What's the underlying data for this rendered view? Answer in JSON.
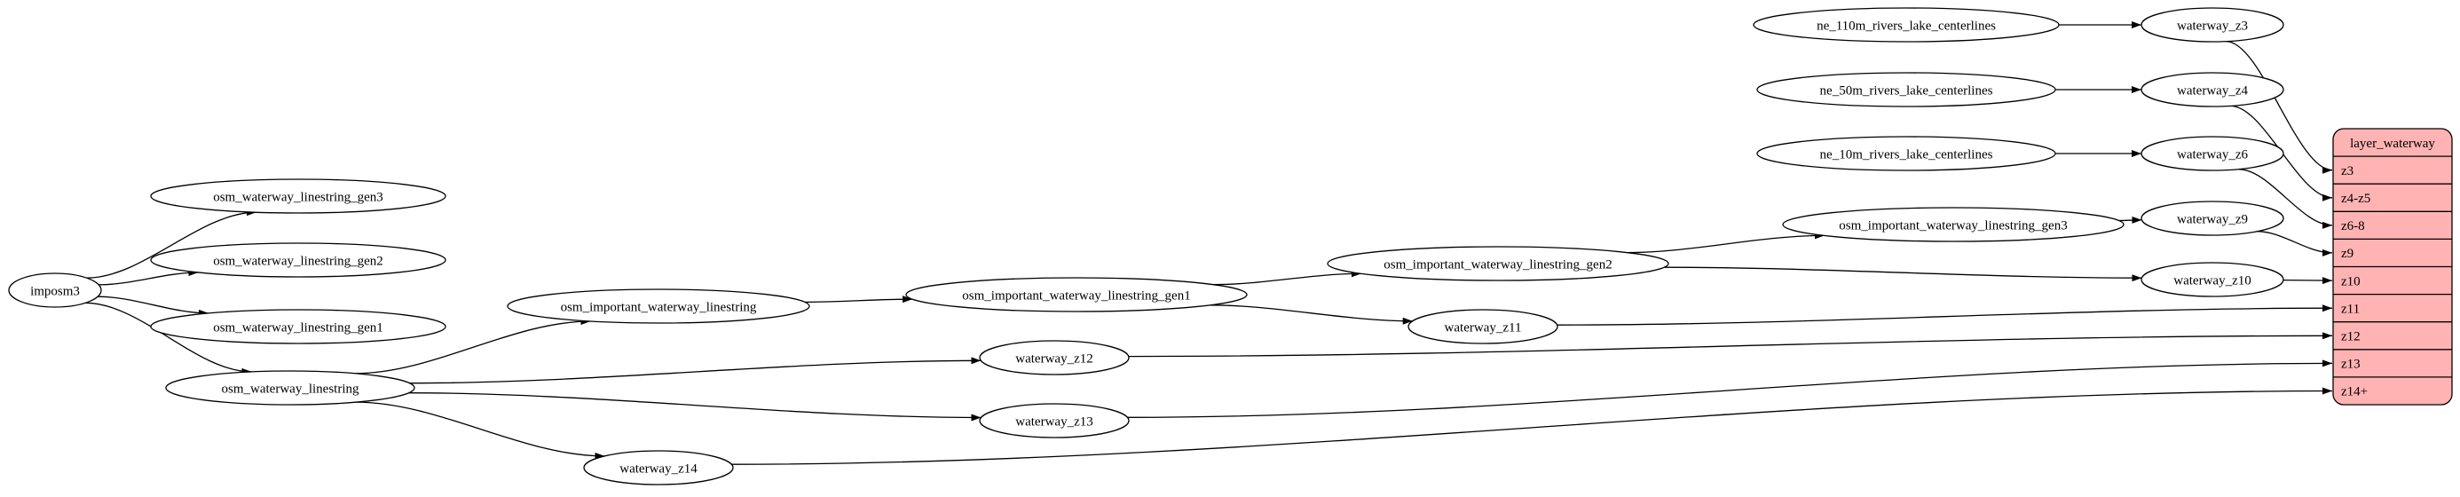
{
  "diagram": {
    "type": "graphviz-etl-flow",
    "background": "#ffffff",
    "node_fill": "#ffffff",
    "node_stroke": "#000000",
    "edge_color": "#000000",
    "record_fill": "#ffb3b3",
    "record_stroke": "#000000",
    "nodes": [
      {
        "id": "imposm3",
        "label": "imposm3"
      },
      {
        "id": "osm_waterway_linestring_gen3",
        "label": "osm_waterway_linestring_gen3"
      },
      {
        "id": "osm_waterway_linestring_gen2",
        "label": "osm_waterway_linestring_gen2"
      },
      {
        "id": "osm_waterway_linestring_gen1",
        "label": "osm_waterway_linestring_gen1"
      },
      {
        "id": "osm_waterway_linestring",
        "label": "osm_waterway_linestring"
      },
      {
        "id": "osm_important_waterway_linestring",
        "label": "osm_important_waterway_linestring"
      },
      {
        "id": "osm_important_waterway_linestring_gen1",
        "label": "osm_important_waterway_linestring_gen1"
      },
      {
        "id": "osm_important_waterway_linestring_gen2",
        "label": "osm_important_waterway_linestring_gen2"
      },
      {
        "id": "osm_important_waterway_linestring_gen3",
        "label": "osm_important_waterway_linestring_gen3"
      },
      {
        "id": "ne_110m_rivers_lake_centerlines",
        "label": "ne_110m_rivers_lake_centerlines"
      },
      {
        "id": "ne_50m_rivers_lake_centerlines",
        "label": "ne_50m_rivers_lake_centerlines"
      },
      {
        "id": "ne_10m_rivers_lake_centerlines",
        "label": "ne_10m_rivers_lake_centerlines"
      },
      {
        "id": "waterway_z3",
        "label": "waterway_z3"
      },
      {
        "id": "waterway_z4",
        "label": "waterway_z4"
      },
      {
        "id": "waterway_z6",
        "label": "waterway_z6"
      },
      {
        "id": "waterway_z9",
        "label": "waterway_z9"
      },
      {
        "id": "waterway_z10",
        "label": "waterway_z10"
      },
      {
        "id": "waterway_z11",
        "label": "waterway_z11"
      },
      {
        "id": "waterway_z12",
        "label": "waterway_z12"
      },
      {
        "id": "waterway_z13",
        "label": "waterway_z13"
      },
      {
        "id": "waterway_z14",
        "label": "waterway_z14"
      }
    ],
    "record": {
      "id": "layer_waterway",
      "title": "layer_waterway",
      "rows": [
        "z3",
        "z4-z5",
        "z6-8",
        "z9",
        "z10",
        "z11",
        "z12",
        "z13",
        "z14+"
      ]
    },
    "edges": [
      {
        "from": "imposm3",
        "to": "osm_waterway_linestring_gen3"
      },
      {
        "from": "imposm3",
        "to": "osm_waterway_linestring_gen2"
      },
      {
        "from": "imposm3",
        "to": "osm_waterway_linestring_gen1"
      },
      {
        "from": "imposm3",
        "to": "osm_waterway_linestring"
      },
      {
        "from": "osm_waterway_linestring",
        "to": "osm_important_waterway_linestring"
      },
      {
        "from": "osm_waterway_linestring",
        "to": "waterway_z12"
      },
      {
        "from": "osm_waterway_linestring",
        "to": "waterway_z13"
      },
      {
        "from": "osm_waterway_linestring",
        "to": "waterway_z14"
      },
      {
        "from": "osm_important_waterway_linestring",
        "to": "osm_important_waterway_linestring_gen1"
      },
      {
        "from": "osm_important_waterway_linestring_gen1",
        "to": "osm_important_waterway_linestring_gen2"
      },
      {
        "from": "osm_important_waterway_linestring_gen1",
        "to": "waterway_z11"
      },
      {
        "from": "osm_important_waterway_linestring_gen2",
        "to": "osm_important_waterway_linestring_gen3"
      },
      {
        "from": "osm_important_waterway_linestring_gen2",
        "to": "waterway_z10"
      },
      {
        "from": "osm_important_waterway_linestring_gen3",
        "to": "waterway_z9"
      },
      {
        "from": "ne_110m_rivers_lake_centerlines",
        "to": "waterway_z3"
      },
      {
        "from": "ne_50m_rivers_lake_centerlines",
        "to": "waterway_z4"
      },
      {
        "from": "ne_10m_rivers_lake_centerlines",
        "to": "waterway_z6"
      },
      {
        "from": "waterway_z3",
        "to": "layer_waterway",
        "port": "z3"
      },
      {
        "from": "waterway_z4",
        "to": "layer_waterway",
        "port": "z4-z5"
      },
      {
        "from": "waterway_z6",
        "to": "layer_waterway",
        "port": "z6-8"
      },
      {
        "from": "waterway_z9",
        "to": "layer_waterway",
        "port": "z9"
      },
      {
        "from": "waterway_z10",
        "to": "layer_waterway",
        "port": "z10"
      },
      {
        "from": "waterway_z11",
        "to": "layer_waterway",
        "port": "z11"
      },
      {
        "from": "waterway_z12",
        "to": "layer_waterway",
        "port": "z12"
      },
      {
        "from": "waterway_z13",
        "to": "layer_waterway",
        "port": "z13"
      },
      {
        "from": "waterway_z14",
        "to": "layer_waterway",
        "port": "z14+"
      }
    ]
  }
}
